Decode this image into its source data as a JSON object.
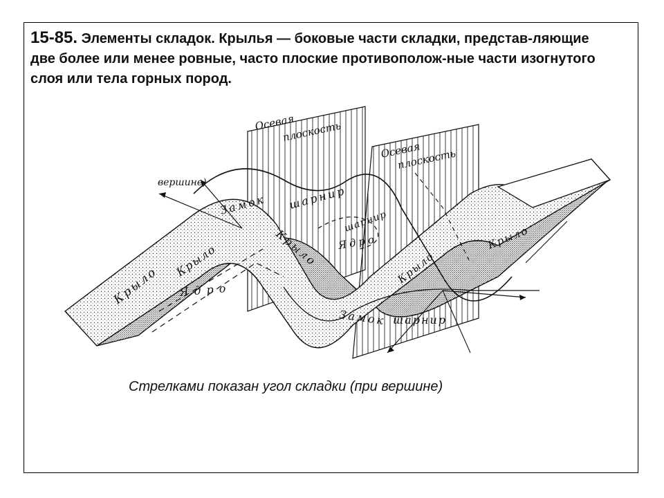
{
  "slide": {
    "number": "15-85.",
    "heading": " Элементы складок. Крылья — боковые части складки, представ-ляющие две более или менее ровные, часто плоские противополож-ные части изогнутого слоя или тела горных пород.",
    "caption": "Стрелками показан угол  складки (при вершине)"
  },
  "diagram": {
    "labels": {
      "axial_plane_1": "Осевая",
      "axial_plane_1b": "плоскость",
      "axial_plane_2": "Осевая",
      "axial_plane_2b": "плоскость",
      "apex": "вершине)",
      "lock_1": "Замок",
      "hinge_1": "шарнир",
      "wing_1": "Крыло",
      "wing_2": "Крыло",
      "wing_3": "Крыло",
      "wing_4": "Крыло",
      "wing_5": "Крыло",
      "core_1": "Ядро",
      "core_2": "Ядро",
      "lock_2": "Замок",
      "hinge_2": "шарнир",
      "hinge_3": "шарнир"
    }
  }
}
